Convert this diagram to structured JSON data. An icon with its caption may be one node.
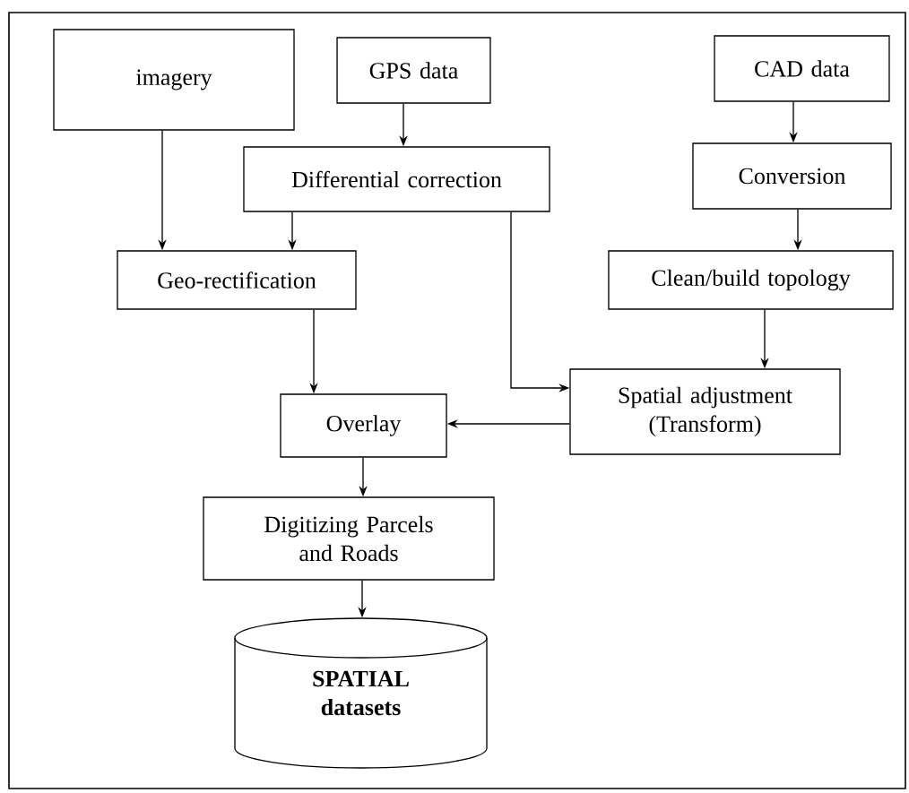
{
  "diagram": {
    "nodes": [
      {
        "text": [
          "imagery"
        ]
      },
      {
        "text": [
          "GPS data"
        ]
      },
      {
        "text": [
          "CAD data"
        ]
      },
      {
        "text": [
          "Differential correction"
        ]
      },
      {
        "text": [
          "Conversion"
        ]
      },
      {
        "text": [
          "Geo-rectification"
        ]
      },
      {
        "text": [
          "Clean/build topology"
        ]
      },
      {
        "text": [
          "Spatial adjustment (Transform)"
        ]
      },
      {
        "text": [
          "Overlay"
        ]
      },
      {
        "text": [
          "Digitizing Parcels and Roads"
        ]
      },
      {
        "text": [
          "SPATIAL datasets"
        ]
      }
    ],
    "edges": [
      {
        "from": 0,
        "to": 5,
        "arrow": "to"
      },
      {
        "from": 1,
        "to": 3,
        "arrow": "to"
      },
      {
        "from": 3,
        "to": 5,
        "arrow": "to"
      },
      {
        "from": 3,
        "to": 7,
        "arrow": "to"
      },
      {
        "from": 2,
        "to": 4,
        "arrow": "to"
      },
      {
        "from": 4,
        "to": 6,
        "arrow": "to"
      },
      {
        "from": 6,
        "to": 7,
        "arrow": "to"
      },
      {
        "from": 5,
        "to": 8,
        "arrow": "to"
      },
      {
        "from": 7,
        "to": 8,
        "arrow": "to"
      },
      {
        "from": 8,
        "to": 9,
        "arrow": "to"
      },
      {
        "from": 9,
        "to": 10,
        "arrow": "to"
      }
    ]
  }
}
